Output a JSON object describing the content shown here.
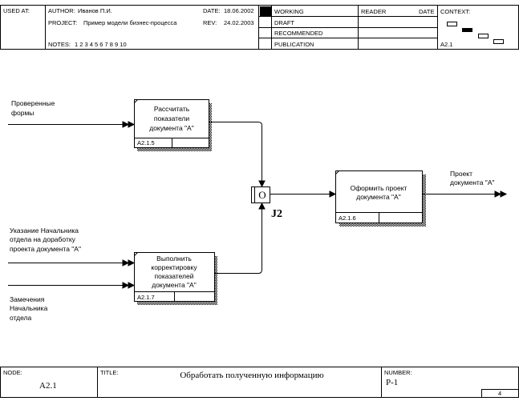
{
  "header": {
    "used_at_label": "USED AT:",
    "author_label": "AUTHOR:",
    "author": "Иванов П.И.",
    "project_label": "PROJECT:",
    "project": "Пример модели бизнес-процесса",
    "date_label": "DATE:",
    "date": "18.06.2002",
    "rev_label": "REV:",
    "rev": "24.02.2003",
    "notes_label": "NOTES:",
    "notes": "1 2 3 4 5 6 7 8 9 10",
    "status": [
      "WORKING",
      "DRAFT",
      "RECOMMENDED",
      "PUBLICATION"
    ],
    "status_checked": "WORKING",
    "reader_label": "READER",
    "reader_date_label": "DATE",
    "context_label": "CONTEXT:",
    "context_node": "A2.1"
  },
  "diagram": {
    "activities": [
      {
        "id": "calc",
        "lines": [
          "Рассчитать",
          "показатели",
          "документа \"А\""
        ],
        "ref": "A2.1.5"
      },
      {
        "id": "fix",
        "lines": [
          "Выполнить",
          "корректировку",
          "показателей",
          "документа \"А\""
        ],
        "ref": "A2.1.7"
      },
      {
        "id": "make",
        "lines": [
          "Оформить проект",
          "документа \"А\""
        ],
        "ref": "A2.1.6"
      }
    ],
    "junction": {
      "symbol": "O",
      "label": "J2"
    },
    "arrow_labels": {
      "checked_forms": [
        "Проверенные",
        "формы"
      ],
      "head_instruction": [
        "Указание Начальника",
        "отдела на доработку",
        "проекта документа \"А\""
      ],
      "head_remarks": [
        "Замечения",
        "Начальника",
        "отдела"
      ],
      "project_output": [
        "Проект",
        "документа \"А\""
      ]
    }
  },
  "footer": {
    "node_label": "NODE:",
    "node": "A2.1",
    "title_label": "TITLE:",
    "title": "Обработать полученную информацию",
    "number_label": "NUMBER:",
    "number": "P-1",
    "page": "4"
  }
}
